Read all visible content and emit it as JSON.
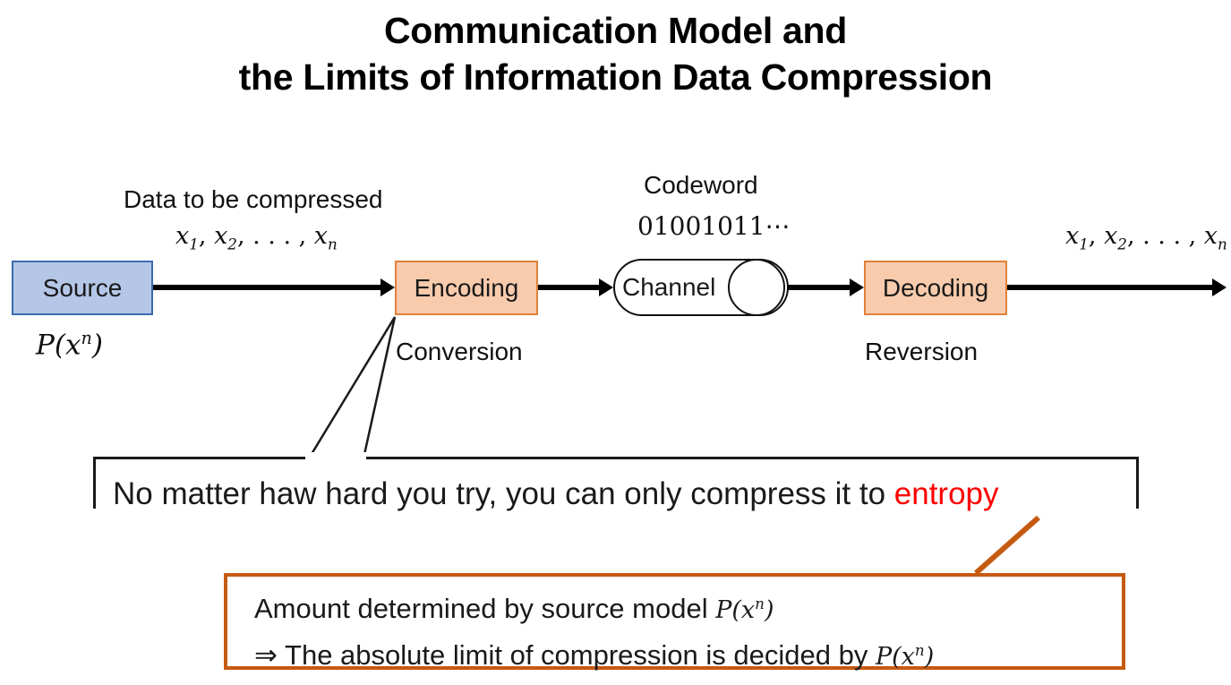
{
  "title": {
    "line1": "Communication Model and",
    "line2": "the Limits of Information Data Compression"
  },
  "diagram": {
    "boxes": {
      "source": {
        "label": "Source",
        "fill": "#b4c7e7",
        "border": "#3d6ab0"
      },
      "encoding": {
        "label": "Encoding",
        "fill": "#f8cbad",
        "border": "#e0813a"
      },
      "channel": {
        "label": "Channel",
        "fill": "#ffffff",
        "border": "#111111"
      },
      "decoding": {
        "label": "Decoding",
        "fill": "#f8cbad",
        "border": "#e0813a"
      }
    },
    "labels": {
      "data_to_compress": "Data to be compressed",
      "input_sequence_x": "x",
      "input_sequence_sub1": "1",
      "input_sequence_x2": "x",
      "input_sequence_sub2": "2",
      "input_sequence_dots": ", . . . ,",
      "input_sequence_xn": "x",
      "input_sequence_subn": "n",
      "source_model": "P(x",
      "source_model_sup": "n",
      "source_model_close": ")",
      "codeword_title": "Codeword",
      "codeword_bits": "01001011⋯",
      "conversion": "Conversion",
      "reversion": "Reversion"
    }
  },
  "statement": {
    "prefix": "No matter haw hard you try, you can only compress it to ",
    "highlight": "entropy",
    "highlight_color": "#ff0000"
  },
  "callout": {
    "border_color": "#c55a11",
    "line1_text": "Amount determined by source model ",
    "line1_math": "P(x",
    "line1_math_sup": "n",
    "line1_math_close": ")",
    "line2_text": "⇒ The absolute limit of compression is decided by ",
    "line2_math": "P(x",
    "line2_math_sup": "n",
    "line2_math_close": ")"
  }
}
